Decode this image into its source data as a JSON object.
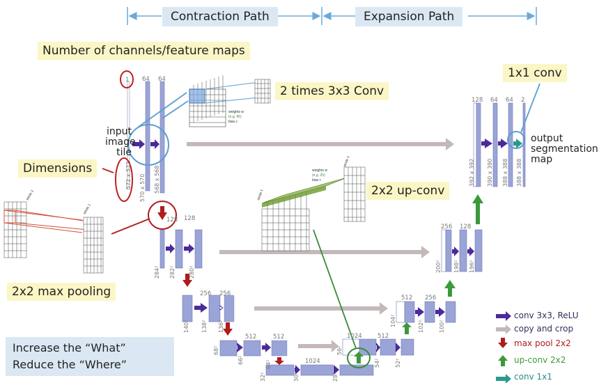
{
  "header": {
    "contraction_label": "Contraction Path",
    "expansion_label": "Expansion Path"
  },
  "callouts": {
    "channels": "Number of channels/feature maps",
    "two_times_conv": "2 times 3x3 Conv",
    "one_by_one_conv": "1x1 conv",
    "dimensions": "Dimensions",
    "up_conv": "2x2 up-conv",
    "max_pooling": "2x2 max pooling",
    "what_line1": "Increase the “What”",
    "what_line2": "Reduce the “Where”"
  },
  "input_label": [
    "input",
    "image",
    "tile"
  ],
  "output_label": [
    "output",
    "segmentation",
    "map"
  ],
  "kernel_insets": {
    "conv_weights": "weights w",
    "conv_example": "(e.g. 45)",
    "conv_bias": "bias c",
    "up_weights": "weights w",
    "up_example": "(e.g. 20)",
    "up_bias": "bias c",
    "stride_1": "stride 1",
    "stride_2": "stride 2"
  },
  "channel_labels": {
    "l1": [
      "1",
      "64",
      "64"
    ],
    "l2": [
      "128",
      "128"
    ],
    "l3": [
      "256",
      "256"
    ],
    "l4": [
      "512",
      "512"
    ],
    "l5": [
      "1024"
    ],
    "u4": [
      "1024",
      "512"
    ],
    "u3": [
      "512",
      "256"
    ],
    "u2": [
      "256",
      "128"
    ],
    "u1": [
      "128",
      "64",
      "64",
      "2"
    ]
  },
  "dim_labels": {
    "l1": [
      "572 x 572",
      "570 x 570",
      "568 x 568"
    ],
    "l2": [
      "284²",
      "282²",
      "280²"
    ],
    "l3": [
      "140²",
      "138²",
      "136²"
    ],
    "l4": [
      "68²",
      "66²",
      "64²"
    ],
    "l5": [
      "32²",
      "30²",
      "28²"
    ],
    "u4": [
      "56²",
      "54²",
      "52²"
    ],
    "u3": [
      "104²",
      "102²",
      "100²"
    ],
    "u2": [
      "200²",
      "198²",
      "196²"
    ],
    "u1": [
      "392 x 392",
      "390 x 390",
      "388 x 388",
      "388 x 388"
    ]
  },
  "legend": [
    {
      "label": "conv 3x3, ReLU",
      "color": "#4b2a9a",
      "icon": "arrow-right-icon"
    },
    {
      "label": "copy and crop",
      "color": "#c4b8b8",
      "icon": "arrow-right-icon"
    },
    {
      "label": "max pool 2x2",
      "color": "#b01c1c",
      "icon": "arrow-down-icon"
    },
    {
      "label": "up-conv 2x2",
      "color": "#3a9a3a",
      "icon": "arrow-up-icon"
    },
    {
      "label": "conv 1x1",
      "color": "#2a9a8a",
      "icon": "arrow-right-icon"
    }
  ],
  "colors": {
    "block": "#9aa4d6",
    "block_edge": "#6f79b8",
    "conv_arrow": "#4b2a9a",
    "copy_arrow": "#c4b8b8",
    "pool_arrow": "#b01c1c",
    "upconv_arrow": "#3a9a3a",
    "conv1x1_arrow": "#2a9a8a",
    "header_line": "#6aaad8",
    "circle_blue": "#5a9ed0",
    "circle_red": "#c02020",
    "circle_green": "#3a8a3a"
  }
}
